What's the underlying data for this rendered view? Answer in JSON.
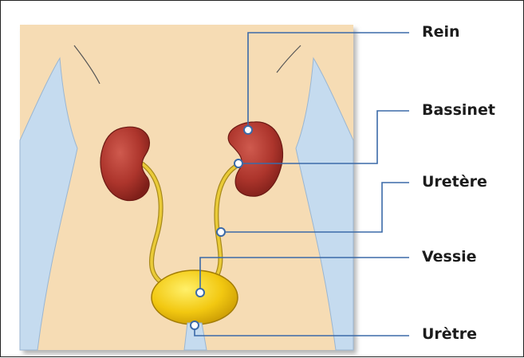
{
  "labels": {
    "rein": "Rein",
    "bassinet": "Bassinet",
    "uretere": "Uretère",
    "vessie": "Vessie",
    "uretre": "Urètre"
  },
  "colors": {
    "skin": "#f6dcb4",
    "limb": "#c5dbef",
    "kidney": "#b2392f",
    "bladder": "#f2c811",
    "ureter": "#eacb38",
    "leader_line": "#3b6aa8",
    "text": "#1c1c1c"
  }
}
